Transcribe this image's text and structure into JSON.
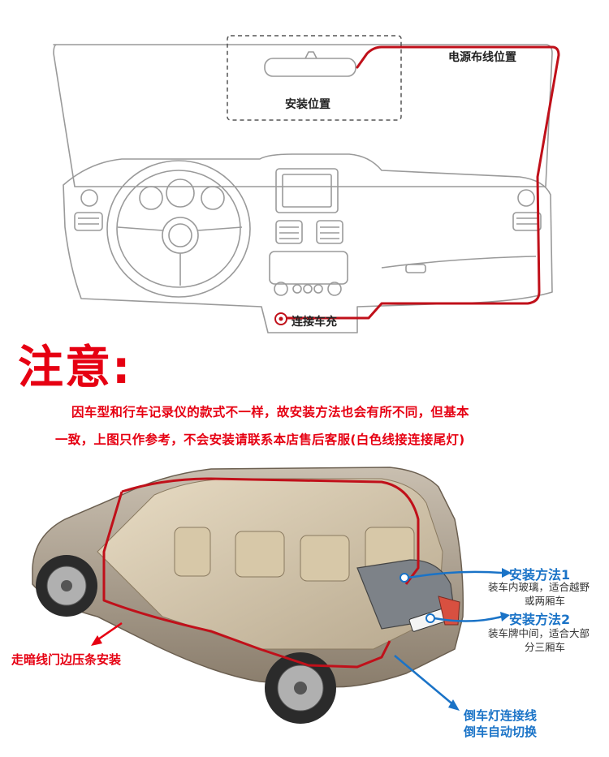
{
  "dashboard": {
    "install_position": "安装位置",
    "power_wiring_position": "电源布线位置",
    "connect_charger": "连接车充"
  },
  "notice": {
    "title": "注意:",
    "line1": "因车型和行车记录仪的款式不一样，故安装方法也会有所不同，但基本",
    "line2": "一致，上图只作参考，不会安装请联系本店售后客服(白色线接连接尾灯)"
  },
  "car": {
    "method1_title": "安装方法1",
    "method1_desc_line1": "装车内玻璃，适合越野",
    "method1_desc_line2": "或两厢车",
    "method2_title": "安装方法2",
    "method2_desc_line1": "装车牌中间，适合大部",
    "method2_desc_line2": "分三厢车",
    "hidden_wire_label": "走暗线门边压条安装",
    "reverse_light_line1": "倒车灯连接线",
    "reverse_light_line2": "倒车自动切换"
  },
  "colors": {
    "accent_red": "#e60012",
    "accent_blue": "#1a73c7",
    "wire_red": "#c0101a"
  }
}
